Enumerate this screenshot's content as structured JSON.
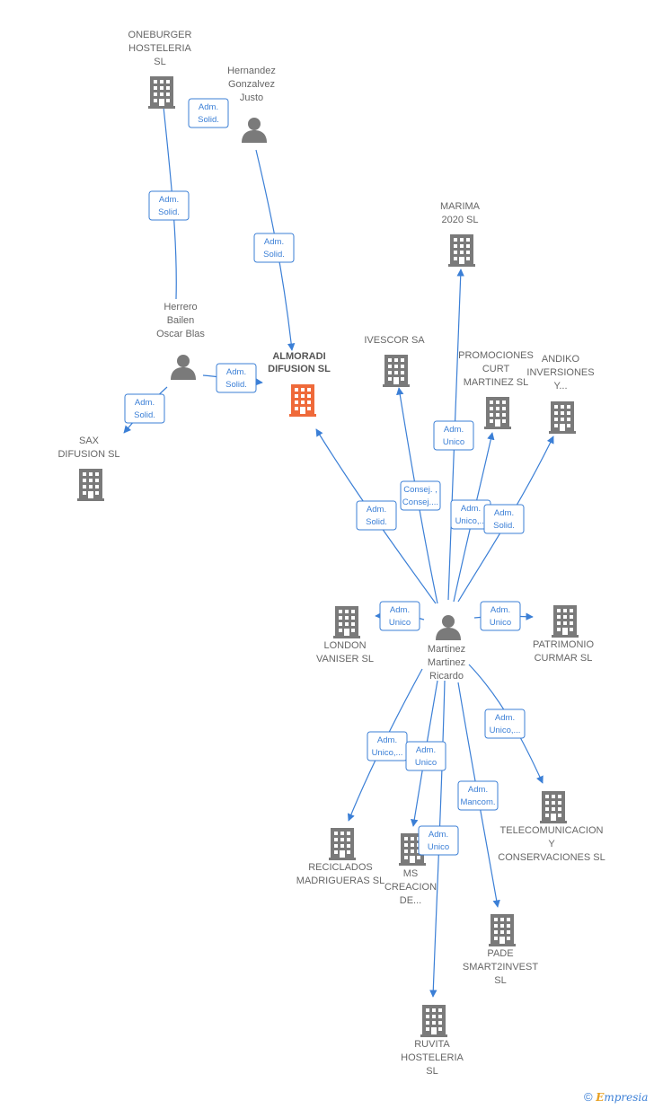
{
  "nodes": [
    {
      "id": "oneburger",
      "type": "company",
      "lines": [
        "ONEBURGER",
        "HOSTELERIA",
        "SL"
      ]
    },
    {
      "id": "hernandez",
      "type": "person",
      "lines": [
        "Hernandez",
        "Gonzalvez",
        "Justo"
      ]
    },
    {
      "id": "herrero",
      "type": "person",
      "lines": [
        "Herrero",
        "Bailen",
        "Oscar Blas"
      ]
    },
    {
      "id": "almoradi",
      "type": "company",
      "main": true,
      "lines": [
        "ALMORADI",
        "DIFUSION  SL"
      ]
    },
    {
      "id": "sax",
      "type": "company",
      "lines": [
        "SAX",
        "DIFUSION  SL"
      ]
    },
    {
      "id": "marima",
      "type": "company",
      "lines": [
        "MARIMA",
        "2020  SL"
      ]
    },
    {
      "id": "ivescor",
      "type": "company",
      "lines": [
        "IVESCOR SA"
      ]
    },
    {
      "id": "promociones",
      "type": "company",
      "lines": [
        "PROMOCIONES",
        "CURT",
        "MARTINEZ SL"
      ]
    },
    {
      "id": "andiko",
      "type": "company",
      "lines": [
        "ANDIKO",
        "INVERSIONES",
        "Y..."
      ]
    },
    {
      "id": "london",
      "type": "company",
      "lines": [
        "LONDON",
        "VANISER SL"
      ]
    },
    {
      "id": "martinez",
      "type": "person",
      "lines": [
        "Martinez",
        "Martinez",
        "Ricardo"
      ]
    },
    {
      "id": "patrimonio",
      "type": "company",
      "lines": [
        "PATRIMONIO",
        "CURMAR  SL"
      ]
    },
    {
      "id": "telecom",
      "type": "company",
      "lines": [
        "TELECOMUNICACION",
        "Y",
        "CONSERVACIONES SL"
      ]
    },
    {
      "id": "reciclados",
      "type": "company",
      "lines": [
        "RECICLADOS",
        "MADRIGUERAS SL"
      ]
    },
    {
      "id": "mscreacion",
      "type": "company",
      "lines": [
        "MS",
        "CREACION",
        "DE..."
      ]
    },
    {
      "id": "pade",
      "type": "company",
      "lines": [
        "PADE",
        "SMART2INVEST",
        "SL"
      ]
    },
    {
      "id": "ruvita",
      "type": "company",
      "lines": [
        "RUVITA",
        "HOSTELERIA",
        "SL"
      ]
    }
  ],
  "relations": [
    {
      "from": "herrero",
      "to": "oneburger",
      "label": [
        "Adm.",
        "Solid."
      ]
    },
    {
      "from": "hernandez",
      "to": "oneburger",
      "label": [
        "Adm.",
        "Solid."
      ]
    },
    {
      "from": "hernandez",
      "to": "almoradi",
      "label": [
        "Adm.",
        "Solid."
      ]
    },
    {
      "from": "herrero",
      "to": "almoradi",
      "label": [
        "Adm.",
        "Solid."
      ]
    },
    {
      "from": "herrero",
      "to": "sax",
      "label": [
        "Adm.",
        "Solid."
      ]
    },
    {
      "from": "martinez",
      "to": "marima",
      "label": [
        "Adm.",
        "Unico"
      ]
    },
    {
      "from": "martinez",
      "to": "ivescor",
      "label": [
        "Consej. ,",
        "Consej...."
      ]
    },
    {
      "from": "martinez",
      "to": "almoradi",
      "label": [
        "Adm.",
        "Solid."
      ]
    },
    {
      "from": "martinez",
      "to": "promociones",
      "label": [
        "Adm.",
        "Unico,..."
      ]
    },
    {
      "from": "martinez",
      "to": "andiko",
      "label": [
        "Adm.",
        "Solid."
      ]
    },
    {
      "from": "martinez",
      "to": "london",
      "label": [
        "Adm.",
        "Unico"
      ]
    },
    {
      "from": "martinez",
      "to": "patrimonio",
      "label": [
        "Adm.",
        "Unico"
      ]
    },
    {
      "from": "martinez",
      "to": "telecom",
      "label": [
        "Adm.",
        "Unico,..."
      ]
    },
    {
      "from": "martinez",
      "to": "reciclados",
      "label": [
        "Adm.",
        "Unico,..."
      ]
    },
    {
      "from": "martinez",
      "to": "mscreacion",
      "label": [
        "Adm.",
        "Unico"
      ]
    },
    {
      "from": "martinez",
      "to": "pade",
      "label": [
        "Adm.",
        "Mancom."
      ]
    },
    {
      "from": "martinez",
      "to": "ruvita",
      "label": [
        "Adm.",
        "Unico"
      ]
    }
  ],
  "colors": {
    "edge": "#3b7fd6",
    "company": "#7a7a7a",
    "main_company": "#ef6a3a",
    "person": "#7a7a7a"
  },
  "footer": {
    "symbol": "©",
    "brand_initial": "E",
    "brand_rest": "mpresia"
  }
}
